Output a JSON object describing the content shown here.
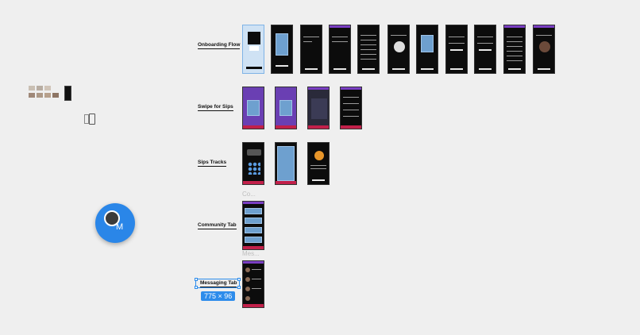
{
  "sections": {
    "onboarding": "Onboarding Flow",
    "swipe": "Swipe for Sips",
    "tracks": "Sips Tracks",
    "community": "Community Tab",
    "messaging": "Messaging Tab"
  },
  "ghost_labels": {
    "community": "Co...",
    "messaging": "Mes..."
  },
  "selection_size": "775 × 96",
  "avatar": {
    "initial": "M"
  },
  "colors": {
    "canvas": "#efefef",
    "accent": "#2d8ceb",
    "phone": "#0c0c0c",
    "purple": "#7a3fc4",
    "nav": "#c2204a"
  }
}
